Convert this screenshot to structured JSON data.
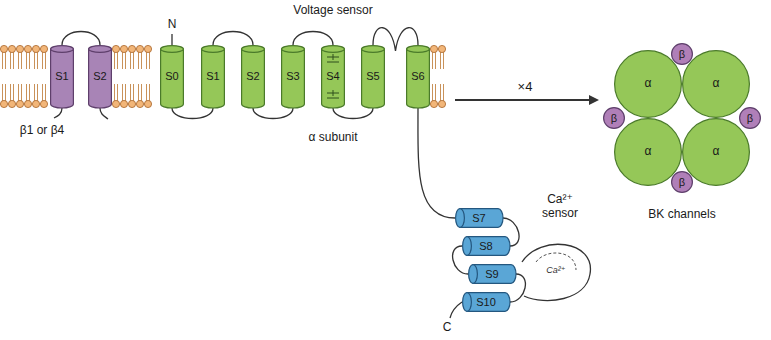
{
  "diagram": {
    "nodes": [
      {
        "text": [
          "S1"
        ]
      },
      {
        "text": [
          "S2"
        ]
      },
      {
        "text": [
          "S0"
        ]
      },
      {
        "text": [
          "S1"
        ]
      },
      {
        "text": [
          "S2"
        ]
      },
      {
        "text": [
          "S3"
        ]
      },
      {
        "text": [
          "S4"
        ]
      },
      {
        "text": [
          "S5"
        ]
      },
      {
        "text": [
          "S6"
        ]
      },
      {
        "text": [
          "S7"
        ]
      },
      {
        "text": [
          "S8"
        ]
      },
      {
        "text": [
          "S9"
        ]
      },
      {
        "text": [
          "S10"
        ]
      },
      {
        "text": [
          "α"
        ]
      },
      {
        "text": [
          "α"
        ]
      },
      {
        "text": [
          "α"
        ]
      },
      {
        "text": [
          "α"
        ]
      },
      {
        "text": [
          "β"
        ]
      },
      {
        "text": [
          "β"
        ]
      },
      {
        "text": [
          "β"
        ]
      },
      {
        "text": [
          "β"
        ]
      }
    ],
    "edges": [
      {
        "from": 0,
        "to": 1,
        "arrow": "none"
      },
      {
        "from": 2,
        "to": 3,
        "arrow": "none"
      },
      {
        "from": 3,
        "to": 4,
        "arrow": "none"
      },
      {
        "from": 4,
        "to": 5,
        "arrow": "none"
      },
      {
        "from": 5,
        "to": 6,
        "arrow": "none"
      },
      {
        "from": 6,
        "to": 7,
        "arrow": "none"
      },
      {
        "from": 7,
        "to": 8,
        "arrow": "none"
      },
      {
        "from": 8,
        "to": 9,
        "arrow": "none"
      },
      {
        "from": 9,
        "to": 10,
        "arrow": "none"
      },
      {
        "from": 10,
        "to": 11,
        "arrow": "none"
      },
      {
        "from": 11,
        "to": 12,
        "arrow": "none"
      }
    ],
    "labels": [
      "N",
      "Voltage sensor",
      "β1 or β4",
      "α subunit",
      "×4",
      "Ca²⁺ sensor",
      "Ca²⁺",
      "C",
      "BK channels"
    ]
  }
}
